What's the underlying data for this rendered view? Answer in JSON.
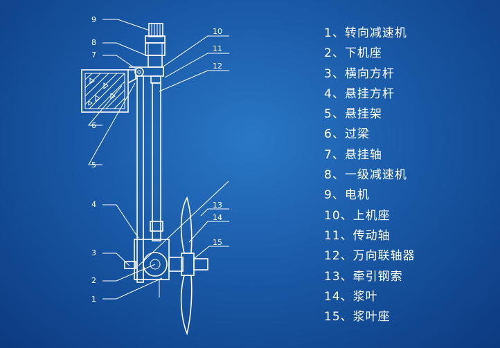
{
  "legend": [
    "1、转向减速机",
    "2、下机座",
    "3、横向方杆",
    "4、悬挂方杆",
    "5、悬挂架",
    "6、过梁",
    "7、悬挂轴",
    "8、一级减速机",
    "9、电机",
    "10、上机座",
    "11、传动轴",
    "12、万向联轴器",
    "13、牵引钢索",
    "14、浆叶",
    "15、浆叶座"
  ],
  "callouts": [
    "1",
    "2",
    "3",
    "4",
    "5",
    "6",
    "7",
    "8",
    "9",
    "10",
    "11",
    "12",
    "13",
    "14",
    "15"
  ],
  "colors": {
    "line": "#ffffff",
    "background": "#1a5aa8"
  }
}
